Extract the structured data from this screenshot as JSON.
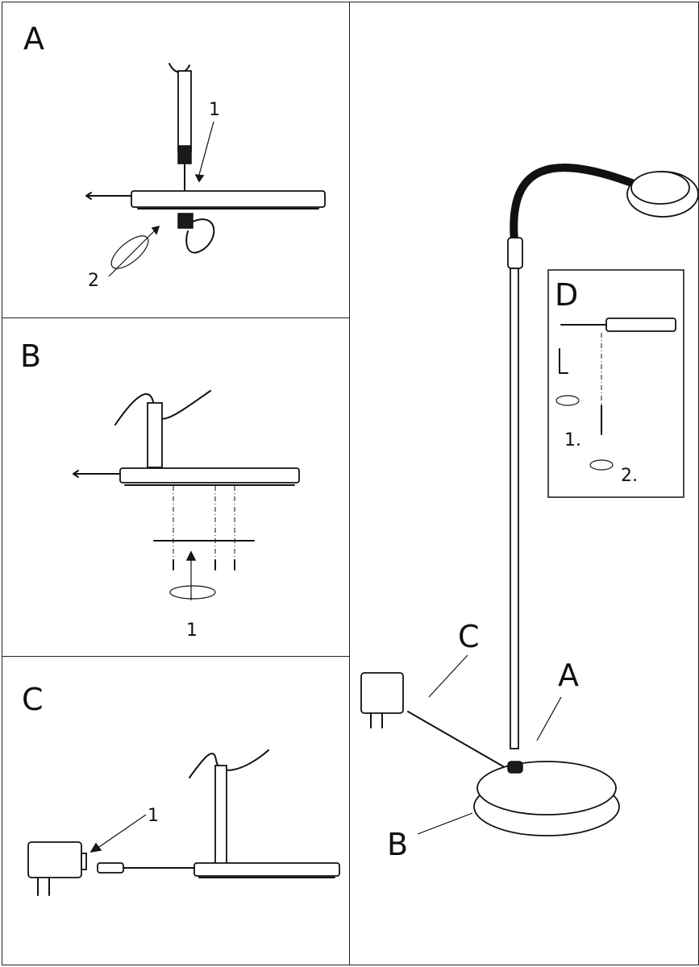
{
  "panels": {
    "a": {
      "label": "A",
      "steps": [
        "1",
        "2"
      ]
    },
    "b": {
      "label": "B",
      "steps": [
        "1"
      ]
    },
    "c": {
      "label": "C",
      "steps": [
        "1"
      ]
    },
    "main": {
      "callouts": [
        "A",
        "B",
        "C"
      ]
    },
    "d": {
      "label": "D",
      "steps": [
        "1.",
        "2."
      ]
    }
  }
}
